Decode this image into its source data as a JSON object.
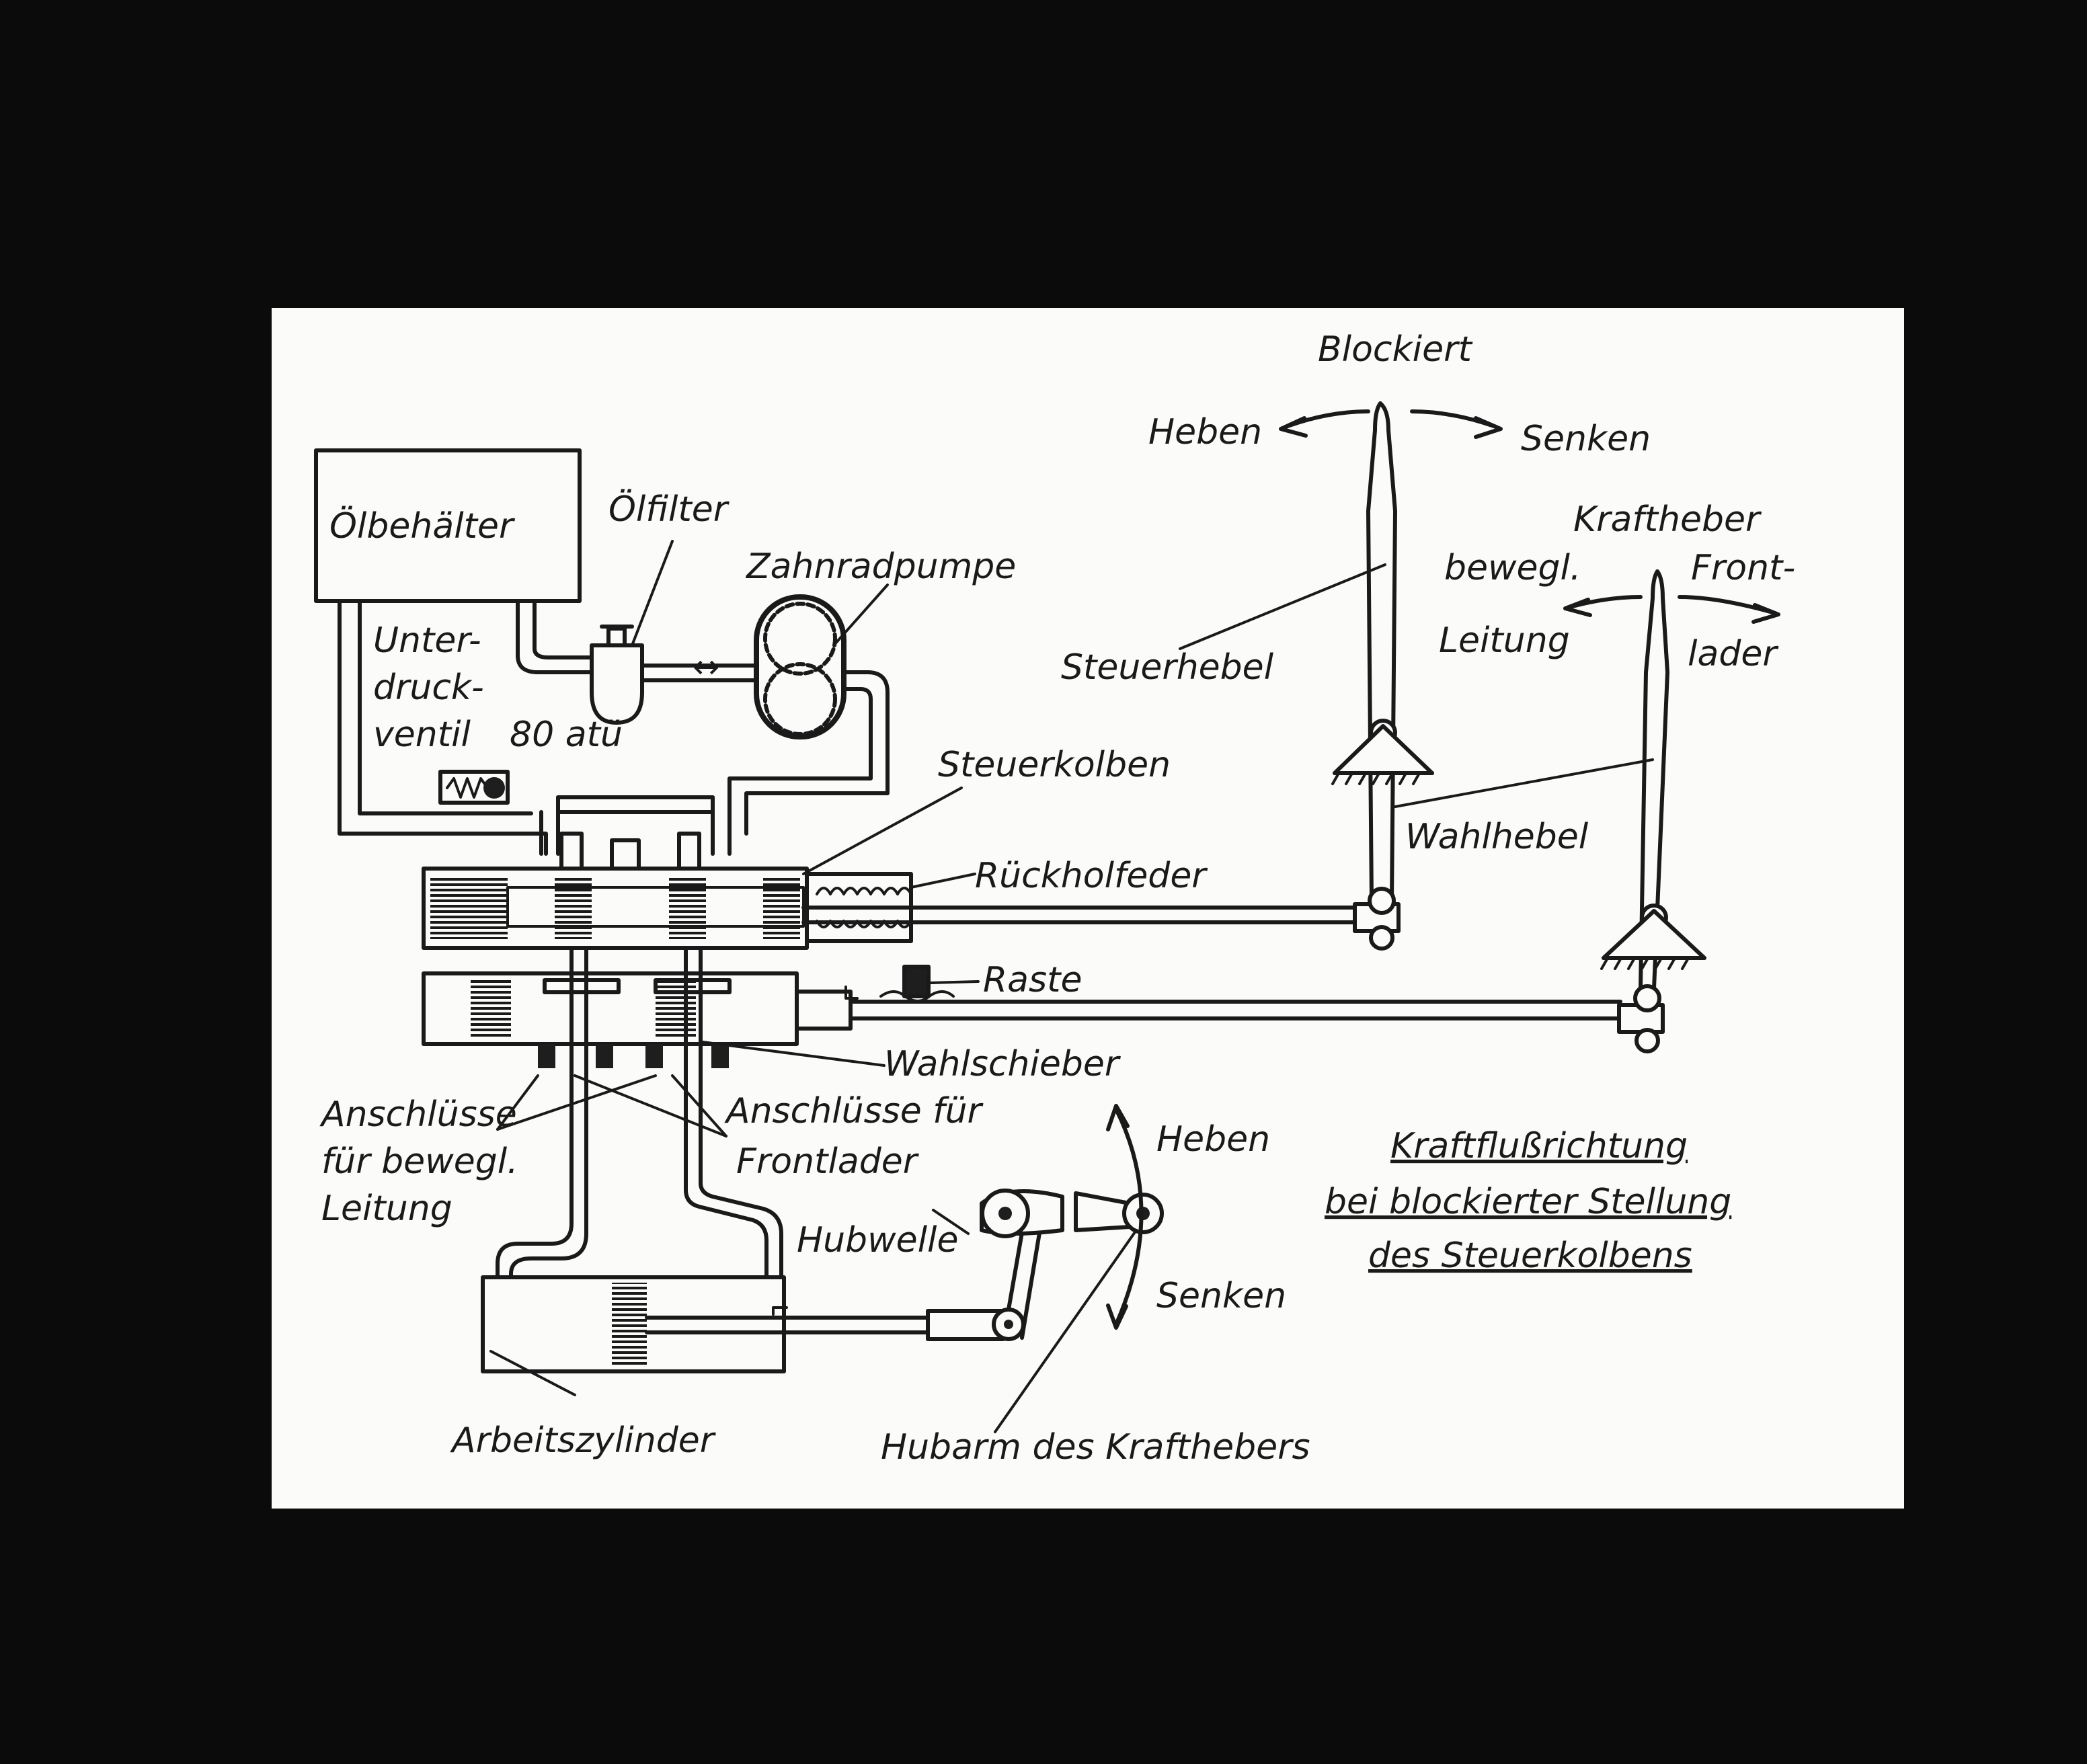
{
  "labels": {
    "oelbehaelter": "Ölbehälter",
    "oelfilter": "Ölfilter",
    "zahnradpumpe": "Zahnradpumpe",
    "unterdruck_1": "Unter-",
    "unterdruck_2": "druck-",
    "unterdruck_3": "ventil",
    "druck": "80 atü",
    "steuerkolben": "Steuerkolben",
    "rueckholfeder": "Rückholfeder",
    "raste": "Raste",
    "wahlschieber": "Wahlschieber",
    "anschluesse_bew_1": "Anschlüsse",
    "anschluesse_bew_2": "für beweg​l.",
    "anschluesse_bew_3": "Leitung",
    "anschluesse_front_1": "Anschlüsse für",
    "anschluesse_front_2": "Frontlader",
    "hubwelle": "Hubwelle",
    "arbeitszylinder": "Arbeitszylinder",
    "hubarm": "Hubarm des Krafthebers",
    "heben_lower": "Heben",
    "senken_lower": "Senken",
    "blockiert": "Blockiert",
    "heben_top": "Heben",
    "senken_top": "Senken",
    "steuerhebel": "Steuerhebel",
    "kraftheber": "Kraftheber",
    "bewegl": "beweg​l.",
    "leitung": "Leitung",
    "front": "Front-",
    "lader": "lader",
    "wahlhebel": "Wahlhebel",
    "caption_1": "Kraftflußrichtung",
    "caption_2": "bei blockierter Stellung",
    "caption_3": "des Steuerkolbens"
  }
}
